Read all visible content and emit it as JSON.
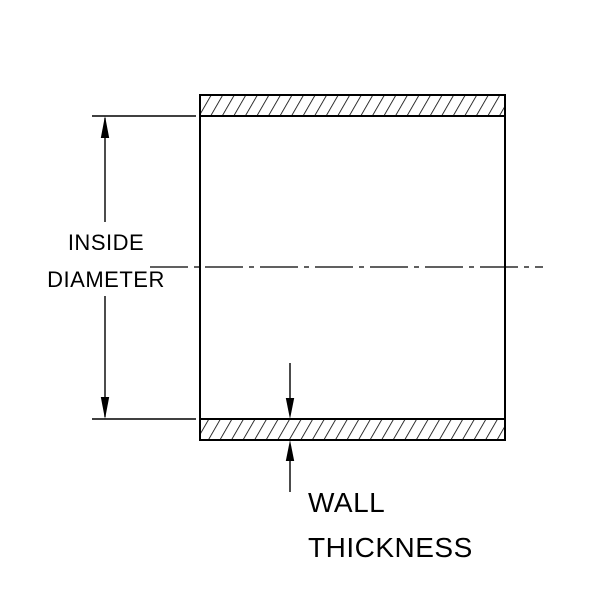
{
  "page": {
    "background_color": "#ffffff"
  },
  "diagram": {
    "line_color": "#000000",
    "fill_color": "#ffffff",
    "labels": {
      "inside_diameter": {
        "line1": "INSIDE",
        "line2": "DIAMETER"
      },
      "wall_thickness": {
        "line1": "WALL",
        "line2": "THICKNESS"
      }
    }
  }
}
